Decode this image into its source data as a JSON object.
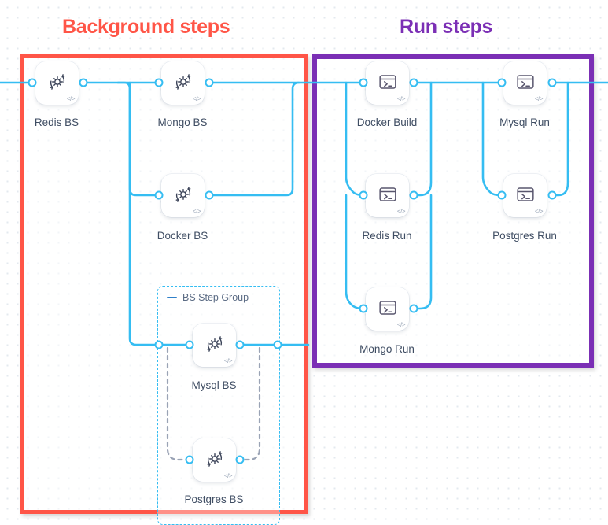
{
  "sections": [
    {
      "id": "background",
      "title": "Background steps",
      "color": "#ff5547"
    },
    {
      "id": "run",
      "title": "Run steps",
      "color": "#7b2fb5"
    }
  ],
  "step_group": {
    "label": "BS Step Group",
    "collapse_icon": "minus-icon",
    "border_color": "#35bdf2"
  },
  "nodes": [
    {
      "id": "redis-bs",
      "label": "Redis BS",
      "icon": "service-gear-icon",
      "badge": "</>",
      "section": "background"
    },
    {
      "id": "mongo-bs",
      "label": "Mongo BS",
      "icon": "service-gear-icon",
      "badge": "</>",
      "section": "background"
    },
    {
      "id": "docker-bs",
      "label": "Docker BS",
      "icon": "service-gear-icon",
      "badge": "</>",
      "section": "background"
    },
    {
      "id": "mysql-bs",
      "label": "Mysql BS",
      "icon": "service-gear-icon",
      "badge": "</>",
      "section": "background"
    },
    {
      "id": "postgres-bs",
      "label": "Postgres BS",
      "icon": "service-gear-icon",
      "badge": "</>",
      "section": "background"
    },
    {
      "id": "docker-build",
      "label": "Docker Build",
      "icon": "terminal-icon",
      "badge": "</>",
      "section": "run"
    },
    {
      "id": "mysql-run",
      "label": "Mysql Run",
      "icon": "terminal-icon",
      "badge": "</>",
      "section": "run"
    },
    {
      "id": "redis-run",
      "label": "Redis Run",
      "icon": "terminal-icon",
      "badge": "</>",
      "section": "run"
    },
    {
      "id": "postgres-run",
      "label": "Postgres Run",
      "icon": "terminal-icon",
      "badge": "</>",
      "section": "run"
    },
    {
      "id": "mongo-run",
      "label": "Mongo Run",
      "icon": "terminal-icon",
      "badge": "</>",
      "section": "run"
    }
  ],
  "colors": {
    "wire": "#35bdf2",
    "wire_dashed": "#9aa3b5",
    "canvas": "#ffffff",
    "dot_grid": "#e3e9ef",
    "node_label": "#3f4d63"
  }
}
